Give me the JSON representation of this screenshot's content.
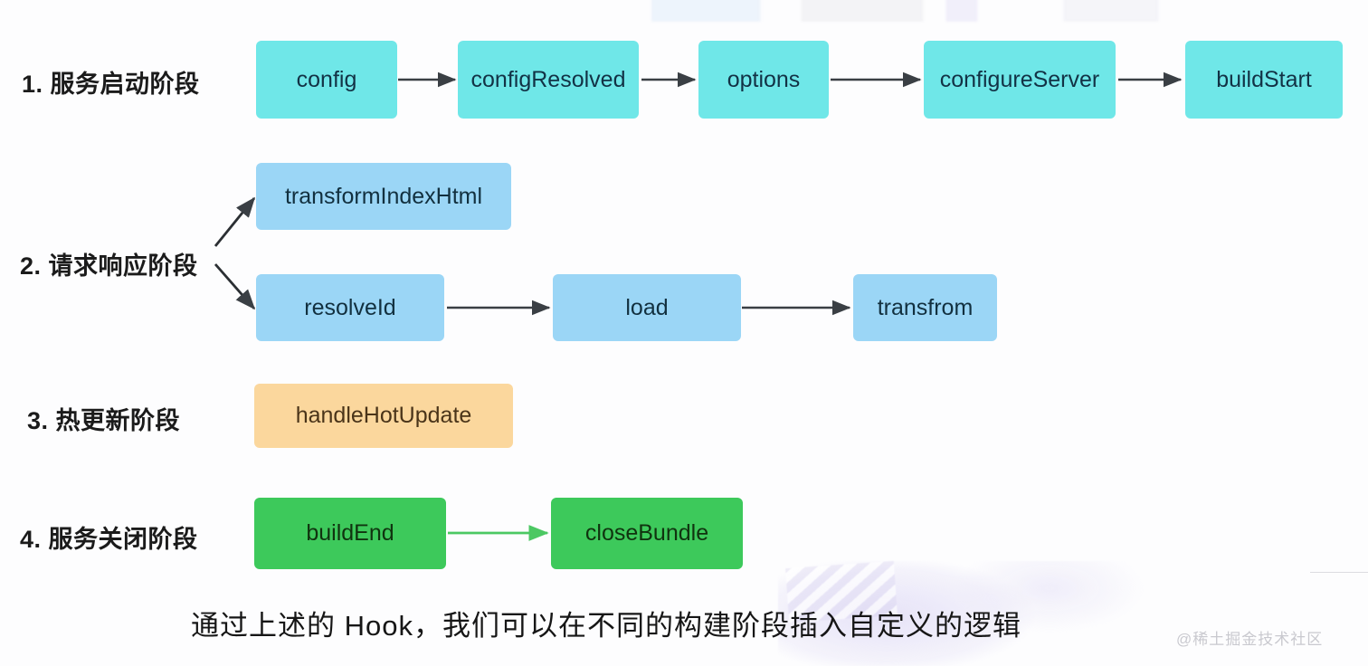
{
  "diagram": {
    "title_caption": "通过上述的 Hook，我们可以在不同的构建阶段插入自定义的逻辑",
    "watermark": "@稀土掘金技术社区",
    "colors": {
      "cyan": "#6FE7E8",
      "blue": "#9BD6F6",
      "orange": "#FBD79D",
      "green": "#3DC95B",
      "arrow_dark": "#3a3f44",
      "arrow_green": "#3DC95B",
      "label_text": "#1b1b1b",
      "background": "#fdfdfe"
    },
    "stages": [
      {
        "label": "1. 服务启动阶段",
        "color": "cyan",
        "nodes": [
          {
            "label": "config"
          },
          {
            "label": "configResolved"
          },
          {
            "label": "options"
          },
          {
            "label": "configureServer"
          },
          {
            "label": "buildStart"
          }
        ]
      },
      {
        "label": "2. 请求响应阶段",
        "color": "blue",
        "nodes": [
          {
            "label": "transformIndexHtml"
          },
          {
            "label": "resolveId"
          },
          {
            "label": "load"
          },
          {
            "label": "transfrom"
          }
        ]
      },
      {
        "label": "3. 热更新阶段",
        "color": "orange",
        "nodes": [
          {
            "label": "handleHotUpdate"
          }
        ]
      },
      {
        "label": "4. 服务关闭阶段",
        "color": "green",
        "nodes": [
          {
            "label": "buildEnd"
          },
          {
            "label": "closeBundle"
          }
        ]
      }
    ]
  }
}
